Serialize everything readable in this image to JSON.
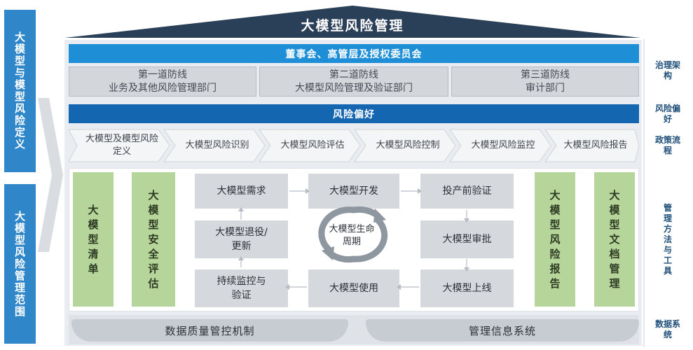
{
  "header": {
    "title": "大模型风险管理"
  },
  "left_bars": {
    "definition": "大模型与模型风险定义",
    "scope": "大模型风险管理范围"
  },
  "governance": {
    "board": "董事会、高管层及授权委员会",
    "lines": [
      {
        "name": "第一道防线",
        "dept": "业务及其他风险管理部门"
      },
      {
        "name": "第二道防线",
        "dept": "大模型风险管理及验证部门"
      },
      {
        "name": "第三道防线",
        "dept": "审计部门"
      }
    ]
  },
  "risk_appetite": "风险偏好",
  "policy_steps": [
    "大模型及模型风险定义",
    "大模型风险识别",
    "大模型风险评估",
    "大模型风险控制",
    "大模型风险监控",
    "大模型风险报告"
  ],
  "tools": {
    "left": [
      "大模型清单",
      "大模型安全评估"
    ],
    "right": [
      "大模型风险报告",
      "大模型文档管理"
    ]
  },
  "lifecycle": {
    "center": "大模型生命周期",
    "steps": {
      "demand": "大模型需求",
      "develop": "大模型开发",
      "pre_validate": "投产前验证",
      "approve": "大模型审批",
      "launch": "大模型上线",
      "use": "大模型使用",
      "monitor": "持续监控与验证",
      "retire": "大模型退役/更新"
    }
  },
  "data_systems": {
    "quality": "数据质量管控机制",
    "info": "管理信息系统"
  },
  "right_labels": {
    "governance": "治理架构",
    "appetite": "风险偏好",
    "policy": "政策流程",
    "methods": "管理方法与工具",
    "data": "数据系统"
  },
  "colors": {
    "left_blue": "#2f86c8",
    "roof": "#2a3f58",
    "board_blue": "#1e8fd6",
    "appetite_blue": "#1566b0",
    "green": "#b6d59a",
    "grey_box": "#d5d8dc"
  }
}
